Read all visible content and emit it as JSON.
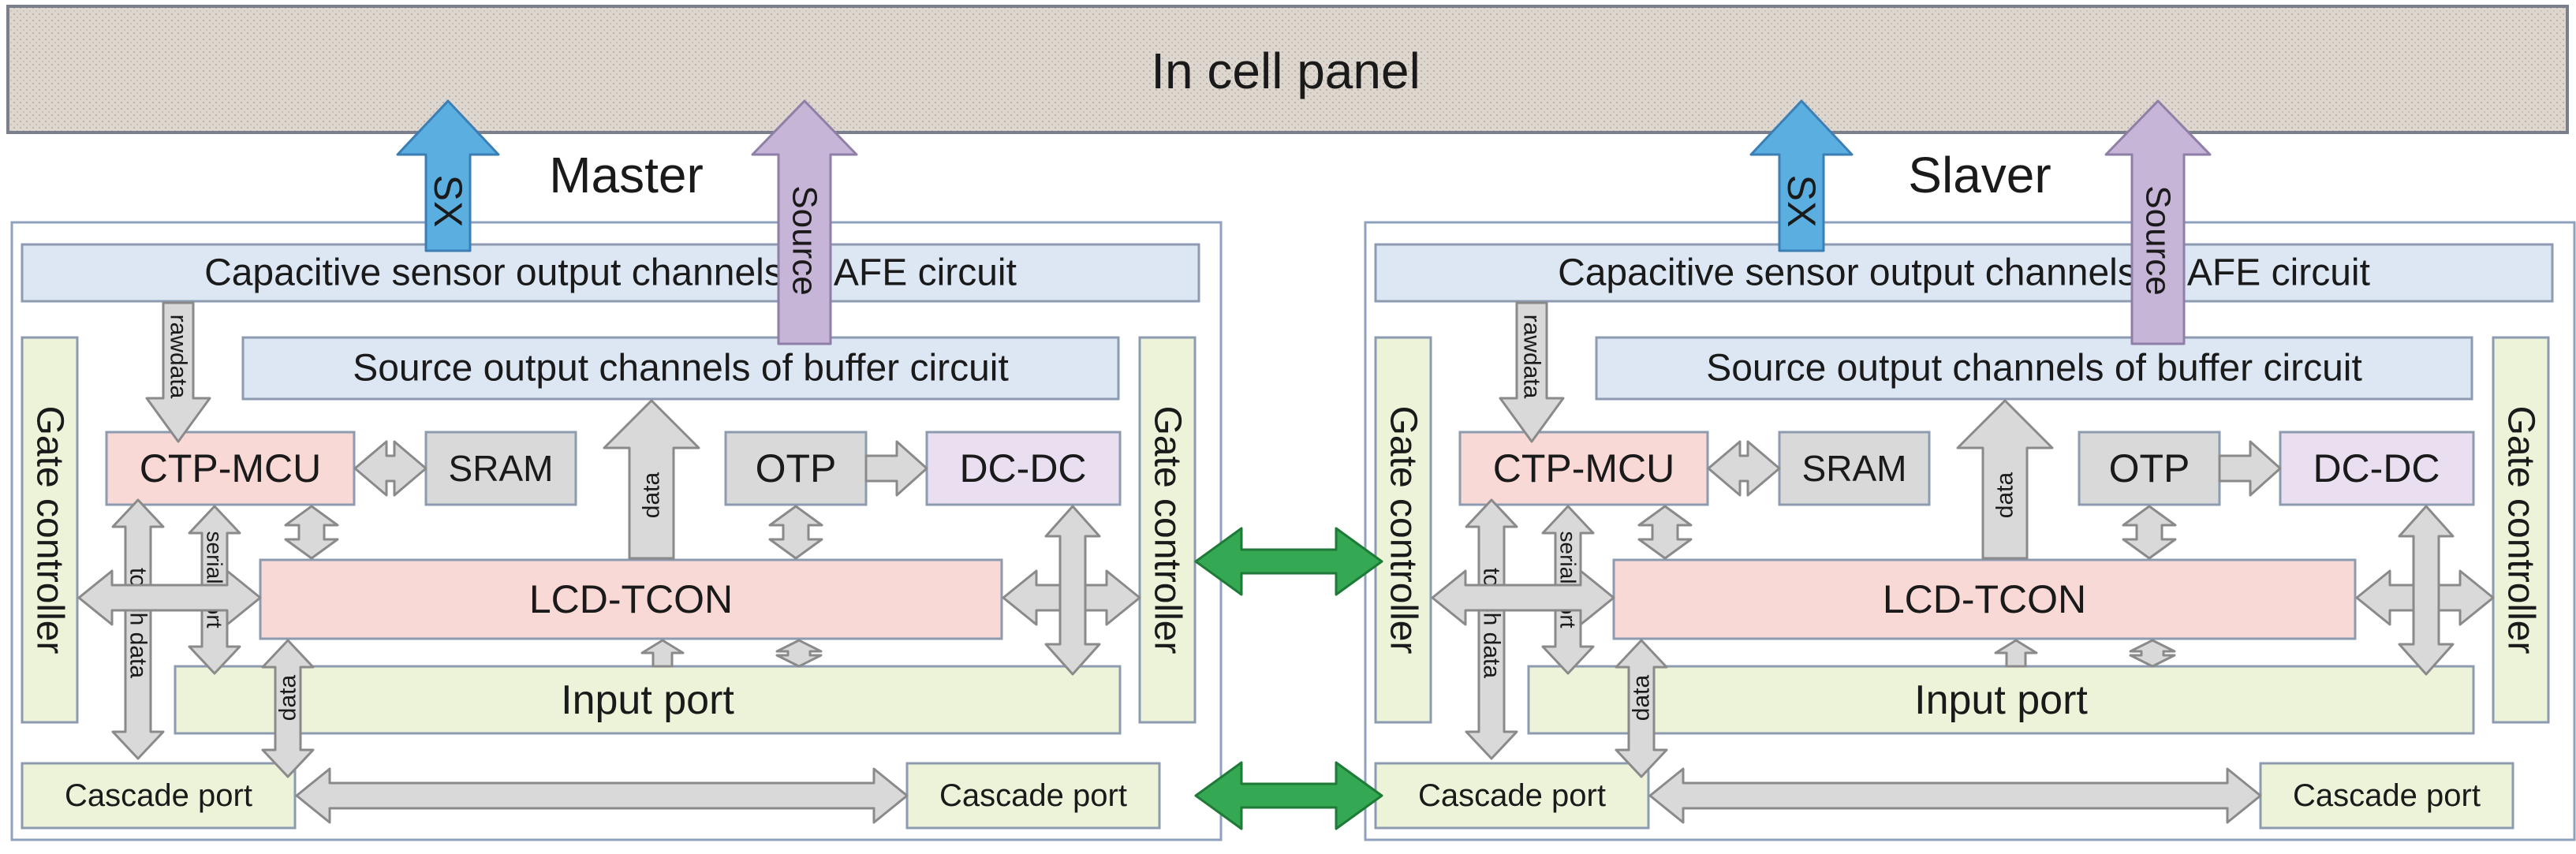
{
  "panel": {
    "title": "In cell panel"
  },
  "colors": {
    "panel_fill": "#ddd7cf",
    "panel_stroke": "#7a7f8c",
    "afe_fill": "#dde7f3",
    "source_fill": "#dde7f3",
    "gate_fill": "#ecf3d8",
    "mcu_fill": "#f8d9d6",
    "tcon_fill": "#f8d9d6",
    "gray_fill": "#d9d9d9",
    "dcdc_fill": "#eadff0",
    "sx_fill": "#5aaee0",
    "source_arrow_fill": "#c7b5d8",
    "link_fill": "#34a853",
    "arrow_fill": "#d9d9d9",
    "arrow_stroke": "#8a8a8a",
    "box_stroke": "#8c9bb0"
  },
  "master": {
    "title": "Master",
    "sx_label": "SX",
    "source_label": "Source",
    "afe": "Capacitive sensor output channels of AFE circuit",
    "source_buffer": "Source output channels of buffer circuit",
    "gate_left": "Gate controller",
    "gate_right": "Gate controller",
    "mcu": "CTP-MCU",
    "sram": "SRAM",
    "otp": "OTP",
    "dcdc": "DC-DC",
    "tcon": "LCD-TCON",
    "input": "Input port",
    "cascade_left": "Cascade port",
    "cascade_right": "Cascade port",
    "rawdata": "rawdata",
    "data_up": "data",
    "touch_data": "touch data",
    "serial_port": "serial port",
    "data_down": "data"
  },
  "slaver": {
    "title": "Slaver",
    "sx_label": "SX",
    "source_label": "Source",
    "afe": "Capacitive sensor output channels of AFE circuit",
    "source_buffer": "Source output channels of buffer circuit",
    "gate_left": "Gate controller",
    "gate_right": "Gate controller",
    "mcu": "CTP-MCU",
    "sram": "SRAM",
    "otp": "OTP",
    "dcdc": "DC-DC",
    "tcon": "LCD-TCON",
    "input": "Input port",
    "cascade_left": "Cascade port",
    "cascade_right": "Cascade port",
    "rawdata": "rawdata",
    "data_up": "data",
    "touch_data": "touch data",
    "serial_port": "serial port",
    "data_down": "data"
  }
}
